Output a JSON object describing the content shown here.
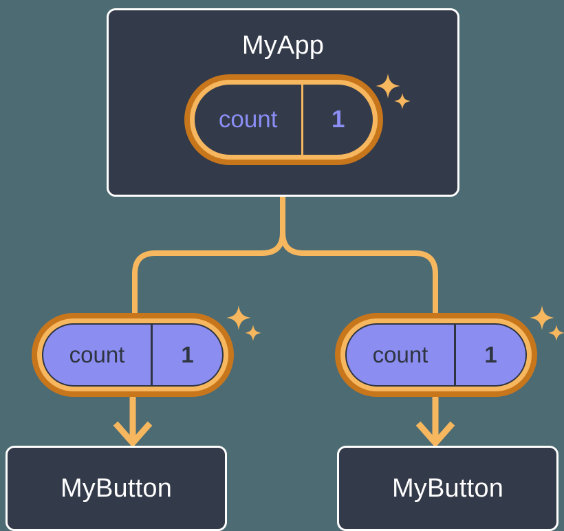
{
  "diagram": {
    "type": "component-state-tree",
    "background_color": "#4d6b73",
    "accent_color": "#f7b75e",
    "ring_outer_color": "#c8761c",
    "card_color": "#333a49",
    "pill_fill_color": "#8b8ef0",
    "state_text_color": "#8b8ef5"
  },
  "root": {
    "title": "MyApp",
    "state": {
      "key": "count",
      "value": "1"
    },
    "sparkle_icon": "sparkles-icon"
  },
  "branches": [
    {
      "state": {
        "key": "count",
        "value": "1"
      },
      "sparkle_icon": "sparkles-icon",
      "child": {
        "title": "MyButton"
      }
    },
    {
      "state": {
        "key": "count",
        "value": "1"
      },
      "sparkle_icon": "sparkles-icon",
      "child": {
        "title": "MyButton"
      }
    }
  ]
}
